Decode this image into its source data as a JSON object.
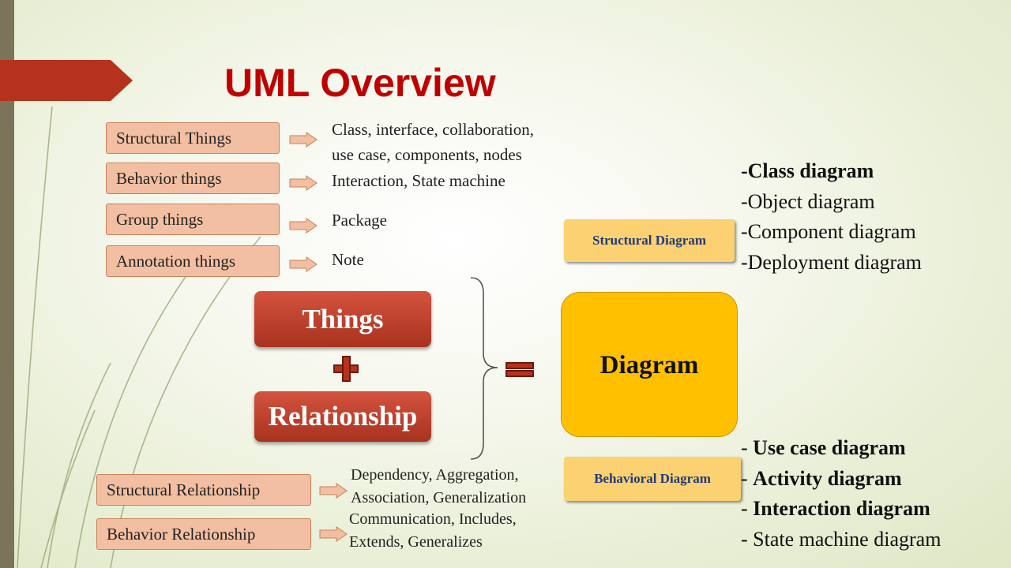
{
  "title": "UML Overview",
  "things_box": "Things",
  "relationship_box": "Relationship",
  "diagram_box": "Diagram",
  "things": [
    {
      "label": "Structural Things",
      "desc": [
        "Class, interface, collaboration,",
        "use case, components, nodes"
      ]
    },
    {
      "label": "Behavior things",
      "desc": [
        "Interaction, State machine"
      ]
    },
    {
      "label": "Group things",
      "desc": [
        "Package"
      ]
    },
    {
      "label": "Annotation things",
      "desc": [
        "Note"
      ]
    }
  ],
  "relationships": [
    {
      "label": "Structural Relationship",
      "desc": [
        "Dependency, Aggregation,",
        "Association, Generalization"
      ]
    },
    {
      "label": "Behavior Relationship",
      "desc": [
        "Communication, Includes,",
        "Extends, Generalizes"
      ]
    }
  ],
  "structural_diagram": {
    "label": "Structural Diagram",
    "items": [
      {
        "text": "-Class diagram",
        "bold": true
      },
      {
        "text": "-Object diagram",
        "bold": false
      },
      {
        "text": "-Component diagram",
        "bold": false
      },
      {
        "text": "-Deployment diagram",
        "bold": false
      }
    ]
  },
  "behavioral_diagram": {
    "label": "Behavioral Diagram",
    "items": [
      {
        "prefix": "- ",
        "text": "Use case diagram",
        "bold": true
      },
      {
        "prefix": "- ",
        "text": "Activity diagram",
        "bold": true
      },
      {
        "prefix": "- ",
        "text": "Interaction diagram",
        "bold": true
      },
      {
        "prefix": "- ",
        "text": "State machine diagram",
        "bold": false
      }
    ]
  },
  "colors": {
    "title": "#c00000",
    "pill_fill": "#f2bfa2",
    "box_red": "#b5321c",
    "diagram_yellow": "#ffc000",
    "tag_fill": "#fcd171",
    "tag_text": "#1f3c78"
  }
}
